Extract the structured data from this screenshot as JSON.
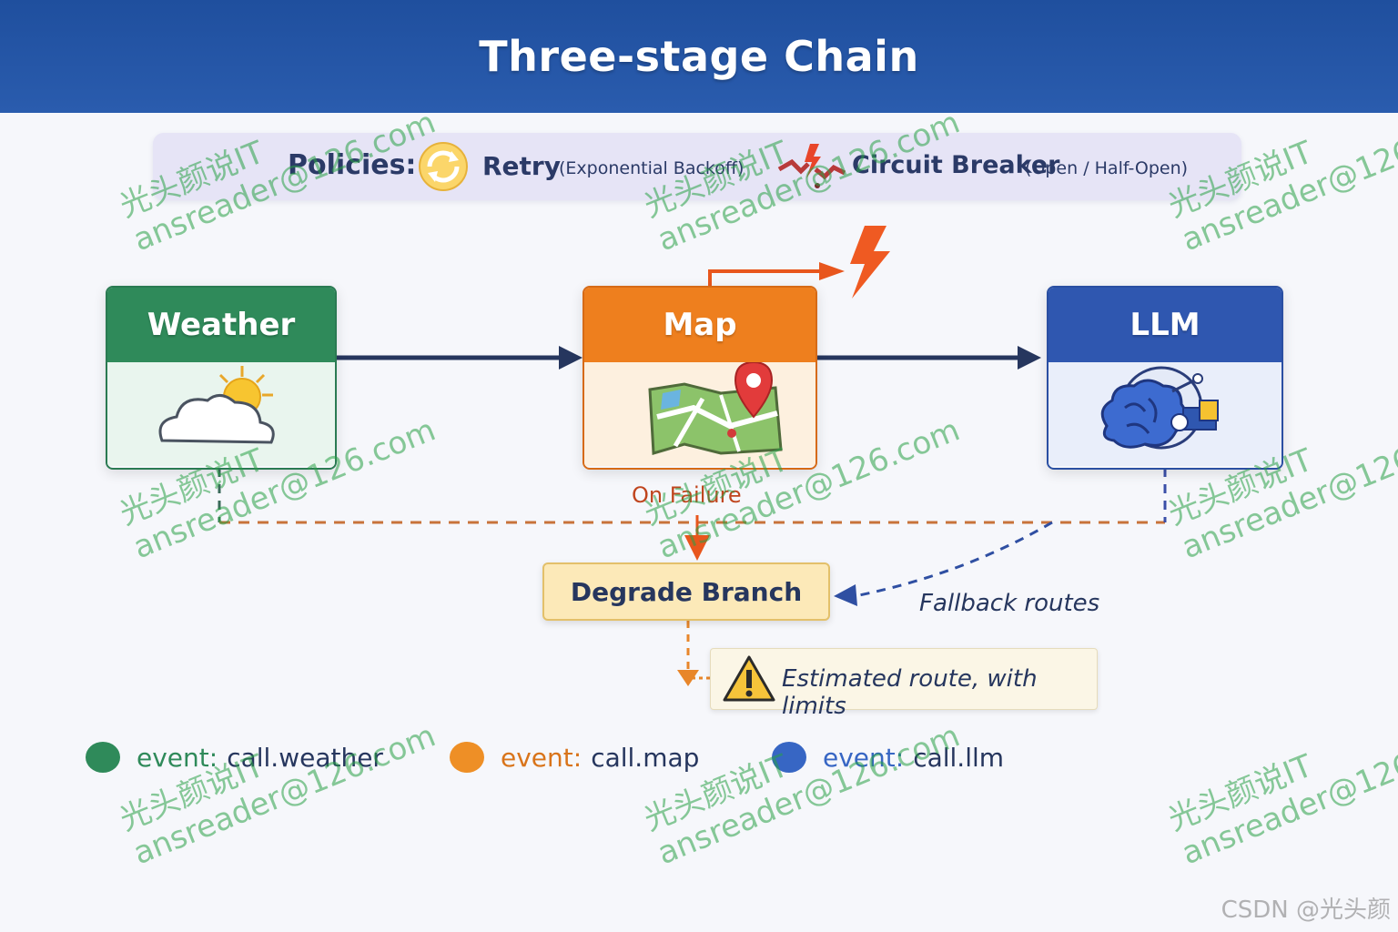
{
  "header": {
    "title": "Three-stage Chain"
  },
  "policies": {
    "label": "Policies:",
    "retry": {
      "label": "Retry",
      "note": "(Exponential Backoff)",
      "icon": "refresh-icon"
    },
    "circuit_breaker": {
      "label": "Circuit Breaker",
      "note": "(Open / Half-Open)",
      "icon": "broken-circuit-icon"
    }
  },
  "nodes": {
    "weather": {
      "title": "Weather",
      "icon": "sun-cloud-icon",
      "color": "#2f8a5a"
    },
    "map": {
      "title": "Map",
      "icon": "map-pin-icon",
      "color": "#ee7f1e"
    },
    "llm": {
      "title": "LLM",
      "icon": "brain-chip-icon",
      "color": "#2f57b0"
    }
  },
  "flow": {
    "on_failure": "On Failure",
    "degrade_branch": "Degrade Branch",
    "fallback_routes": "Fallback routes",
    "estimated_route": "Estimated route, with limits"
  },
  "legend": [
    {
      "key": "event:",
      "value": "call.weather",
      "color": "#2f8a5a"
    },
    {
      "key": "event:",
      "value": "call.map",
      "color": "#ee8f26"
    },
    {
      "key": "event:",
      "value": "call.llm",
      "color": "#3766c4"
    }
  ],
  "watermark": {
    "line1": "光头颜说IT",
    "line2": "ansreader@126.com"
  },
  "credit": "CSDN @光头颜"
}
